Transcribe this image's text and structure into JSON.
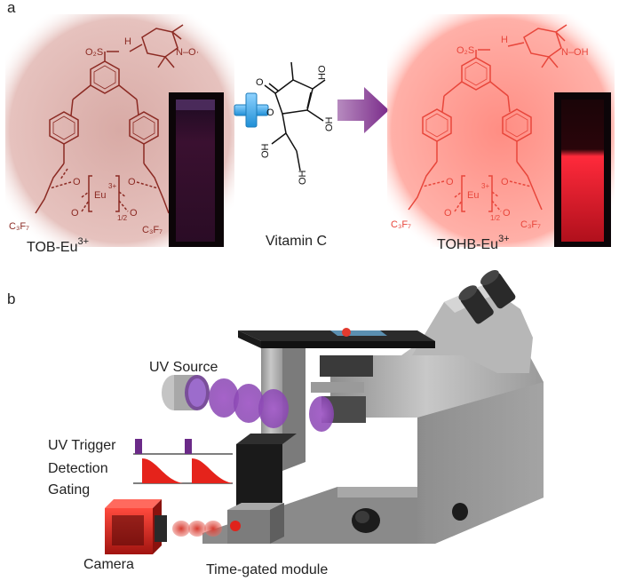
{
  "panels": {
    "a": {
      "label": "a",
      "left_compound": {
        "name": "TOB-Eu",
        "charge": "3+",
        "color": "#8b2a23",
        "bg_color": "#d9a9a4",
        "groups": {
          "sulfonyl": "O₂S",
          "amine": "H",
          "n_radical": "N–O·",
          "eu": "Eu",
          "eu_charge": "3+",
          "subscript": "1/2",
          "perfluoro": "C₃F₇",
          "oxygen": "O"
        }
      },
      "reagent": {
        "name": "Vitamin C",
        "groups": {
          "o": "O",
          "ho_top": "HO",
          "oh_right": "OH",
          "oh_low": "OH"
        }
      },
      "right_compound": {
        "name": "TOHB-Eu",
        "charge": "3+",
        "color": "#e8463b",
        "bg_color": "#ff8a80",
        "groups": {
          "sulfonyl": "O₂S",
          "amine": "H",
          "n_oh": "N–OH",
          "eu": "Eu",
          "eu_charge": "3+",
          "subscript": "1/2",
          "perfluoro": "C₃F₇",
          "oxygen": "O"
        }
      },
      "plus_color": "#3fa9e6",
      "arrow_color": "#8e3f97"
    },
    "b": {
      "label": "b",
      "labels": {
        "uv_source": "UV Source",
        "uv_trigger": "UV Trigger",
        "detection": "Detection",
        "gating": "Gating",
        "camera": "Camera",
        "module": "Time-gated module"
      },
      "uv_color": "#7a2b91",
      "gate_color": "#e5231b"
    }
  }
}
